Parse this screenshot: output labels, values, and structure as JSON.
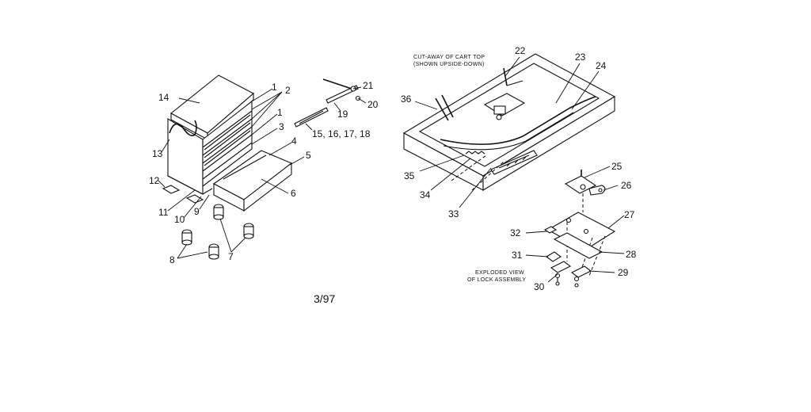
{
  "diagram": {
    "date_code": "3/97",
    "cutaway_caption_line1": "CUT-AWAY OF CART TOP",
    "cutaway_caption_line2": "(SHOWN UPSIDE-DOWN)",
    "exploded_caption_line1": "EXPLODED VIEW",
    "exploded_caption_line2": "OF LOCK ASSEMBLY",
    "callouts": {
      "c1a": "1",
      "c1b": "1",
      "c2": "2",
      "c3": "3",
      "c4": "4",
      "c5": "5",
      "c6": "6",
      "c7": "7",
      "c8": "8",
      "c9": "9",
      "c10": "10",
      "c11": "11",
      "c12": "12",
      "c13": "13",
      "c14": "14",
      "c15": "15, 16, 17, 18",
      "c19": "19",
      "c20": "20",
      "c21": "21",
      "c22": "22",
      "c23": "23",
      "c24": "24",
      "c25": "25",
      "c26": "26",
      "c27": "27",
      "c28": "28",
      "c29": "29",
      "c30": "30",
      "c31": "31",
      "c32": "32",
      "c33": "33",
      "c34": "34",
      "c35": "35",
      "c36": "36"
    }
  }
}
